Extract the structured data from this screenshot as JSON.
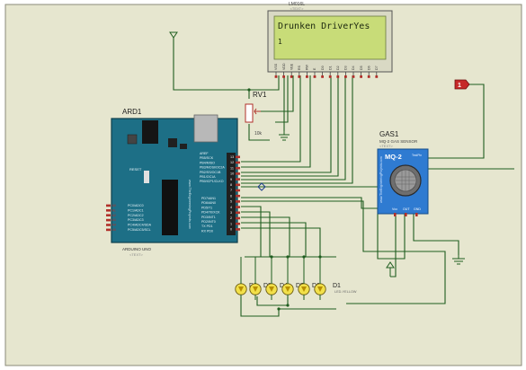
{
  "colors": {
    "sheet": "#e6e6cf",
    "wire": "#1f5d1f",
    "lcd_screen": "#c8dc78",
    "lcd_text": "#1e2a10",
    "arduino_board": "#1d6f86",
    "sensor_board": "#2f7bd1",
    "led": "#f2e04a",
    "terminal_red": "#c62828",
    "label_dark": "#1c1c1c",
    "label_faint": "#7a7a7a"
  },
  "lcd": {
    "ref": "LM016L",
    "line1": "Drunken DriverYes",
    "line2": "1",
    "pin_labels": [
      "VSS",
      "VDD",
      "VEE",
      "RS",
      "RW",
      "E",
      "D0",
      "D1",
      "D2",
      "D3",
      "D4",
      "D5",
      "D6",
      "D7"
    ]
  },
  "pot": {
    "ref": "RV1",
    "value": "10k"
  },
  "arduino": {
    "ref": "ARD1",
    "model": "ARDUINO UNO",
    "text_placeholder": "<TEXT>",
    "digital_labels": [
      "PD7/AIN1",
      "PD6/AIN0",
      "PD5/T1",
      "PD4/T0/XCK",
      "PD3/INT1",
      "PD2/INT0",
      "TX PD1",
      "RX PD0"
    ],
    "digital_numbers": [
      "13",
      "12",
      "11",
      "10",
      "9",
      "8",
      "7",
      "6",
      "5",
      "4",
      "3",
      "2",
      "1",
      "0"
    ],
    "analog_labels": [
      "PC0/ADC0",
      "PC1/ADC1",
      "PC2/ADC2",
      "PC3/ADC3",
      "PC4/ADC4/SDA",
      "PC5/ADC5/SCL"
    ],
    "analog_pins": [
      "A0",
      "A1",
      "A2",
      "A3",
      "A4",
      "A5"
    ],
    "left_pin": "RESET",
    "top_labels": [
      "AREF",
      "PB5/SCK",
      "PB4/MISO",
      "PB3/MOSI/OC2A",
      "PB2/SS/OC1B",
      "PB1/OC1A",
      "PB0/ICP1/CLKO"
    ],
    "board_text": "www.TheEngineeringProjects.com"
  },
  "gas_sensor": {
    "ref": "GAS1",
    "model": "MQ-2 GAS SENSOR",
    "placeholder": "<TEXT>",
    "chip_title": "MQ-2",
    "badge": "TestPin",
    "pins": [
      "Vcc",
      "OUT",
      "GND"
    ],
    "board_text": "www.TheEngineeringProjects.com"
  },
  "leds": {
    "labels": [
      "D2",
      "D3",
      "D4",
      "D5",
      "D6",
      "D1"
    ],
    "part_note": "LED-YELLOW"
  },
  "logic_terminal": {
    "value": "1"
  }
}
